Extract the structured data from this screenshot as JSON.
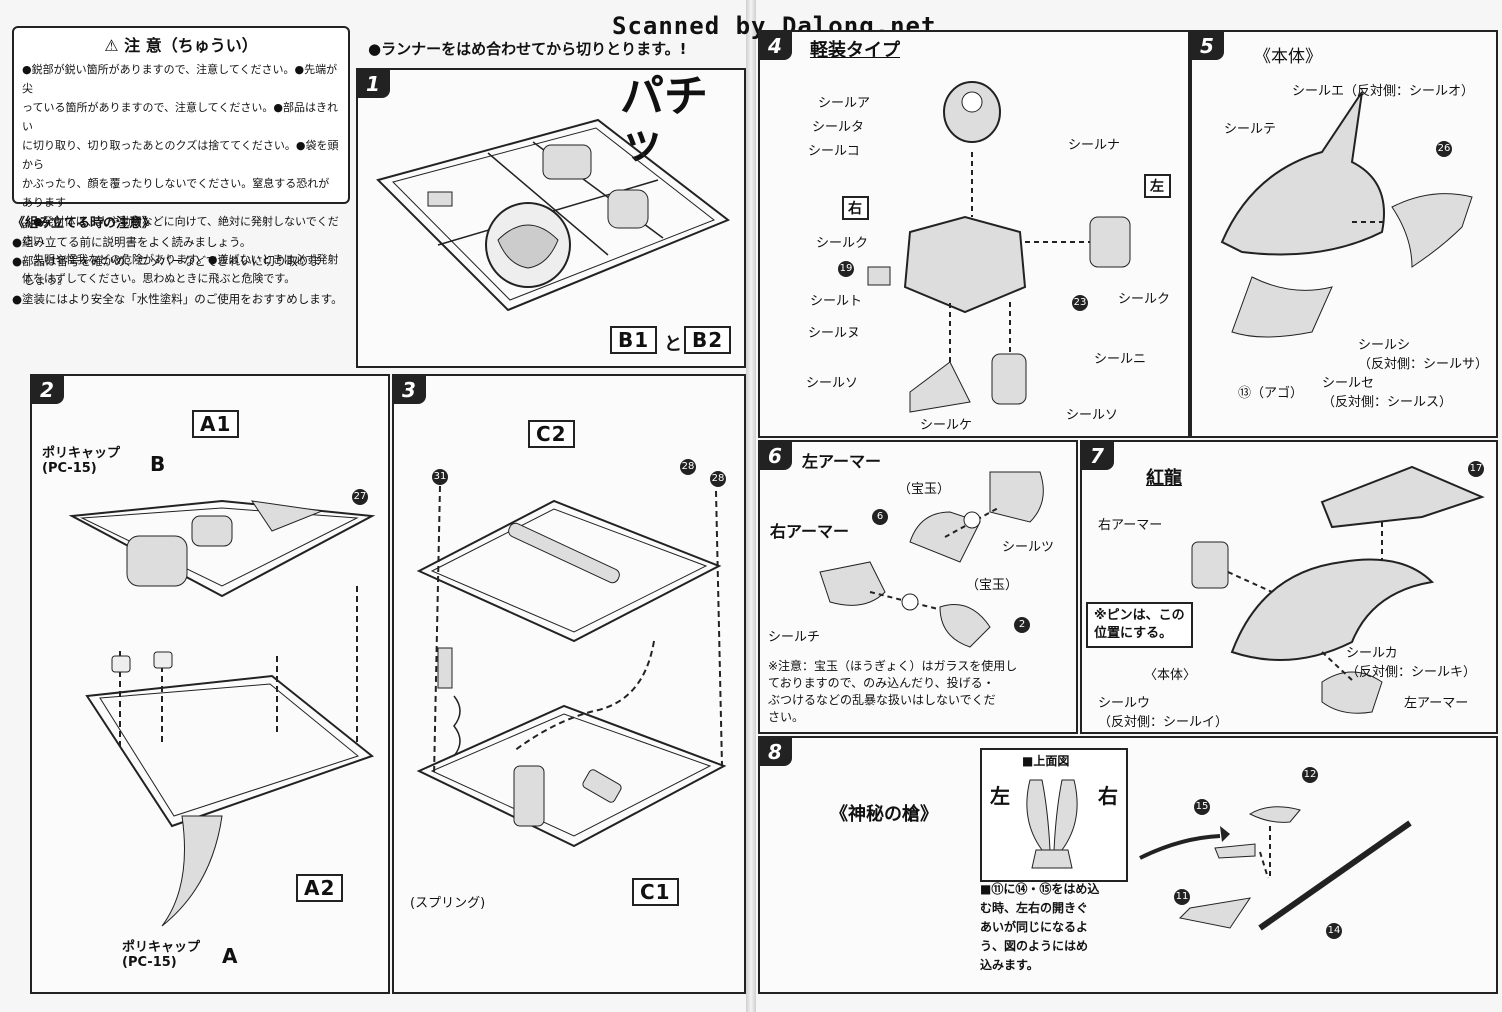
{
  "watermark": "Scanned by Dalong.net",
  "caution": {
    "title": "注 意（ちゅうい）",
    "lines": [
      "●鋭部が鋭い箇所がありますので、注意してください。●先端が尖",
      "っている箇所がありますので、注意してください。●部品はきれい",
      "に切り取り、切り取ったあとのクズは捨ててください。●袋を頭から",
      "かぶったり、顔を覆ったりしないでください。窒息する恐れがあります",
      "。●発射体は、人や動物などに向けて、絶対に発射しないでください",
      "。失明や怪我などの危険があります。●遊ばないときは必ず発射",
      "体をはずしてください。思わぬときに飛ぶと危険です。"
    ]
  },
  "assembly_notes": {
    "title": "《組み立てる時の注意》",
    "items": [
      "●組み立てる前に説明書をよく読みましょう。",
      "●部品は番号を確かめ、ニッパーなどできれいに切り取りま",
      "　しょう。",
      "●塗装にはより安全な「水性塗料」のご使用をおすすめします。"
    ]
  },
  "runner_note": "●ランナーをはめ合わせてから切りとります。!",
  "step1": {
    "number": "1",
    "sfx": "パチッ",
    "label_b1": "B1",
    "and": "と",
    "label_b2": "B2"
  },
  "step2": {
    "number": "2",
    "label_a1": "A1",
    "label_a2": "A2",
    "polycap_b": "ポリキャップ",
    "polycap_b_code": "(PC-15)",
    "polycap_b_letter": "B",
    "polycap_a": "ポリキャップ",
    "polycap_a_code": "(PC-15)",
    "polycap_a_letter": "A",
    "part": "27"
  },
  "step3": {
    "number": "3",
    "label_c2": "C2",
    "label_c1": "C1",
    "spring": "(スプリング)",
    "part_31": "31",
    "part_28a": "28",
    "part_28b": "28"
  },
  "step4": {
    "number": "4",
    "title": "軽装タイプ",
    "right": "右",
    "left": "左",
    "seals": [
      "シールア",
      "シールタ",
      "シールコ",
      "シールナ",
      "シールク",
      "シールト",
      "シールヌ",
      "シールク",
      "シールニ",
      "シールソ",
      "シールケ",
      "シールソ"
    ],
    "part_19": "19",
    "part_23": "23"
  },
  "step5": {
    "number": "5",
    "title": "《本体》",
    "seal_te": "シールテ",
    "seal_e": "シールエ（反対側：シールオ）",
    "seal_shi": "シールシ",
    "seal_shi_opp": "（反対側：シールサ）",
    "seal_se": "シールセ",
    "seal_se_opp": "（反対側：シールス）",
    "ago": "⑬（アゴ）",
    "part_26": "26"
  },
  "step6": {
    "number": "6",
    "left_armor": "左アーマー",
    "right_armor": "右アーマー",
    "gem1": "（宝玉）",
    "gem2": "（宝玉）",
    "seal_tsu": "シールツ",
    "seal_chi": "シールチ",
    "part_6": "6",
    "part_2": "2",
    "note": [
      "※注意：宝玉（ほうぎょく）はガラスを使用し",
      "ておりますので、のみ込んだり、投げる・",
      "ぶつけるなどの乱暴な扱いはしないでくだ",
      "さい。"
    ]
  },
  "step7": {
    "number": "7",
    "title": "紅龍",
    "right_armor": "右アーマー",
    "left_armor": "左アーマー",
    "pin_note": [
      "※ピンは、この",
      "位置にする。"
    ],
    "body": "〈本体〉",
    "seal_ka": "シールカ",
    "seal_ka_opp": "（反対側：シールキ）",
    "seal_u": "シールウ",
    "seal_u_opp": "（反対側：シールイ）",
    "part_17": "17"
  },
  "step8": {
    "number": "8",
    "title": "《神秘の槍》",
    "top_view": "■上面図",
    "left": "左",
    "right": "右",
    "note": [
      "■⑪に⑭・⑮をはめ込",
      "む時、左右の開きぐ",
      "あいが同じになるよ",
      "う、図のようにはめ",
      "込みます。"
    ],
    "parts": [
      "11",
      "12",
      "14",
      "15"
    ]
  }
}
